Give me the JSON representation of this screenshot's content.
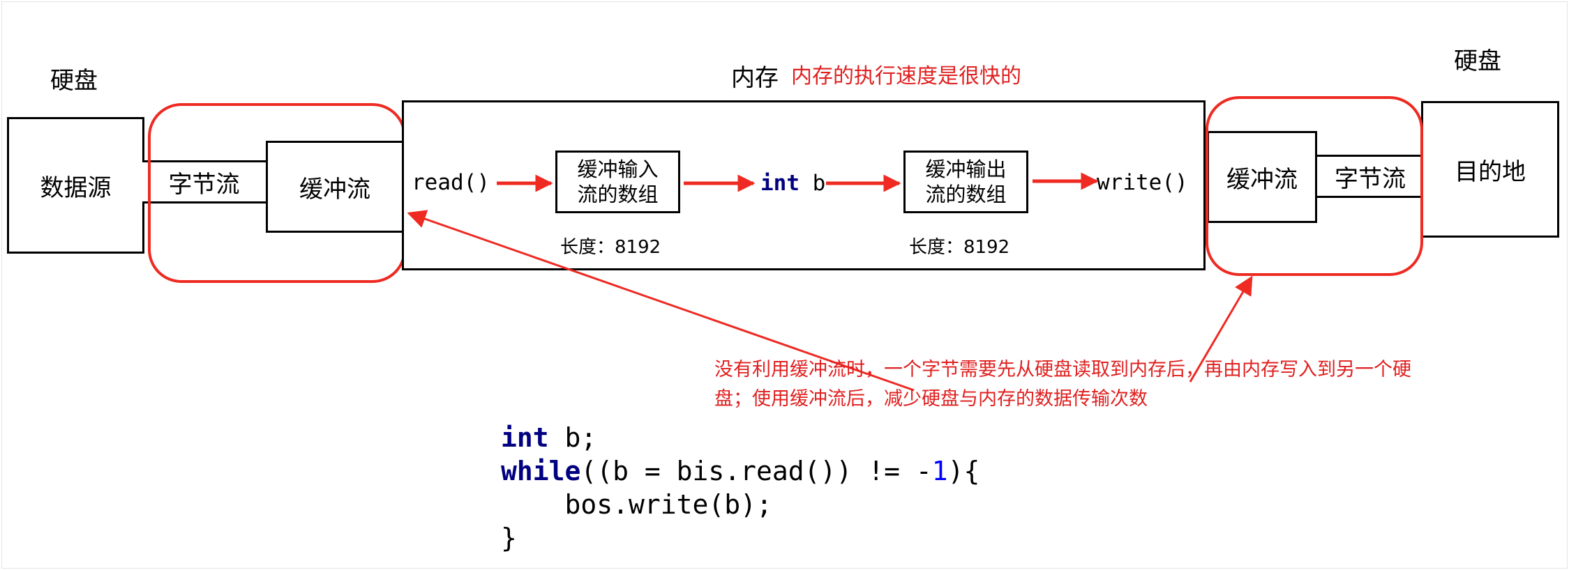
{
  "left_disk": {
    "title": "硬盘",
    "source_label": "数据源",
    "byte_stream": "字节流",
    "buffer_stream": "缓冲流"
  },
  "memory": {
    "title": "内存",
    "note": "内存的执行速度是很快的",
    "read_call": "read()",
    "input_array_line1": "缓冲输入",
    "input_array_line2": "流的数组",
    "input_length": "长度：8192",
    "int_kw": "int",
    "int_var": " b",
    "output_array_line1": "缓冲输出",
    "output_array_line2": "流的数组",
    "output_length": "长度：8192",
    "write_call": "write()"
  },
  "right_disk": {
    "title": "硬盘",
    "buffer_stream": "缓冲流",
    "byte_stream": "字节流",
    "destination_label": "目的地"
  },
  "annotation": {
    "line1": "没有利用缓冲流时，一个字节需要先从硬盘读取到内存后，再由内存写入到另一个硬",
    "line2": "盘；使用缓冲流后，减少硬盘与内存的数据传输次数"
  },
  "code": {
    "l1_kw": "int",
    "l1_rest": " b;",
    "l2_kw": "while",
    "l2_mid": "((b = bis.read()) != -",
    "l2_num": "1",
    "l2_end": "){",
    "l3": "    bos.write(b);",
    "l4": "}"
  },
  "colors": {
    "accent_red": "#ee2a22",
    "keyword": "#000080",
    "number": "#0000ff"
  }
}
